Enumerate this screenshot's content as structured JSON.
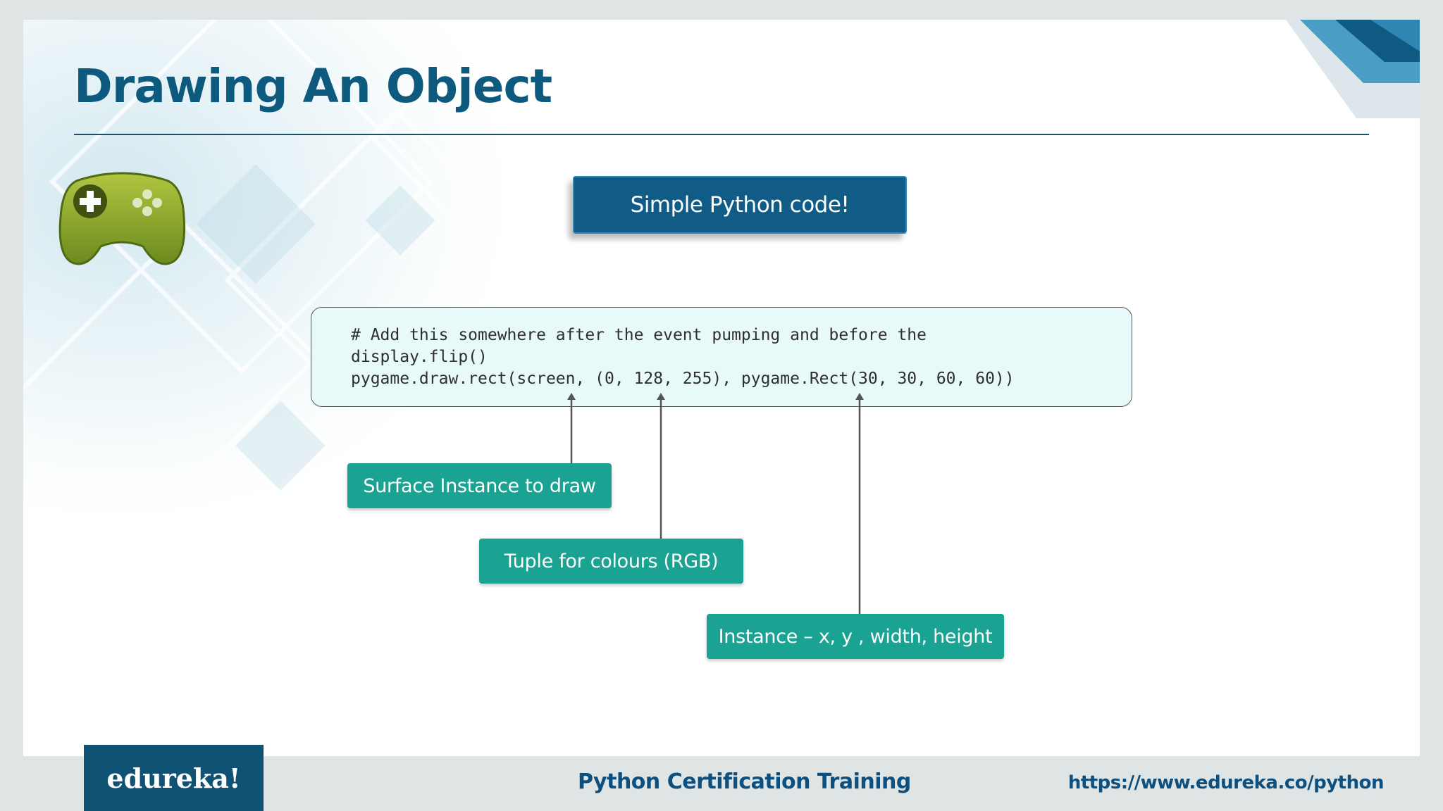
{
  "slide": {
    "title": "Drawing An Object",
    "headline_button": "Simple Python code!",
    "code_lines": [
      "# Add this somewhere after the event pumping and before the",
      "display.flip()",
      "pygame.draw.rect(screen, (0, 128, 255), pygame.Rect(30, 30, 60, 60))"
    ],
    "annotations": [
      "Surface Instance to draw",
      "Tuple for colours (RGB)",
      "Instance – x, y , width, height"
    ],
    "icon": "gamepad-icon"
  },
  "footer": {
    "logo_text": "edureka!",
    "course": "Python Certification Training",
    "url": "https://www.edureka.co/python"
  },
  "colors": {
    "title": "#0d5a7e",
    "headline_bg": "#105c87",
    "label_bg": "#1aa392",
    "code_bg": "#e7f9f8",
    "logo_bg": "#105274",
    "footer_text": "#0d4f7e"
  }
}
